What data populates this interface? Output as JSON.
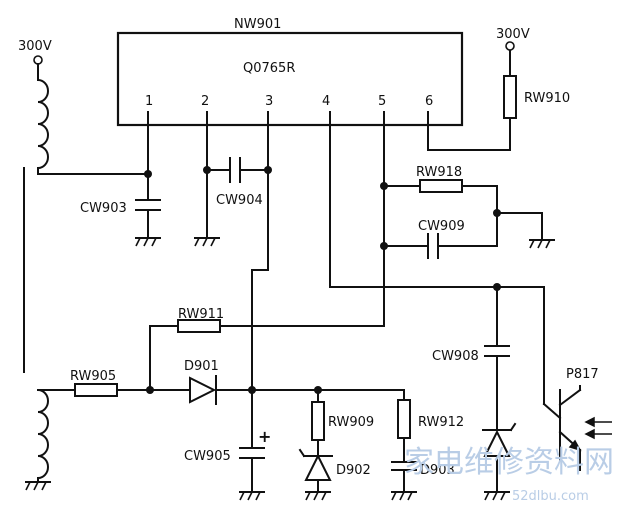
{
  "ic": {
    "name": "NW901",
    "model": "Q0765R",
    "pins": [
      "1",
      "2",
      "3",
      "4",
      "5",
      "6"
    ]
  },
  "supply": {
    "left": "300V",
    "right": "300V"
  },
  "components": {
    "rw910": "RW910",
    "rw918": "RW918",
    "cw909": "CW909",
    "cw903": "CW903",
    "cw904": "CW904",
    "rw911": "RW911",
    "rw905": "RW905",
    "d901": "D901",
    "cw905": "CW905",
    "cw905_polarity": "+",
    "rw909": "RW909",
    "d902": "D902",
    "rw912": "RW912",
    "cw908": "CW908",
    "d903": "D903",
    "p817": "P817"
  },
  "watermark": {
    "text": "家电维修资料网",
    "url": "52dlbu.com"
  },
  "colors": {
    "ink": "#111111",
    "watermark": "#b9cde6"
  }
}
